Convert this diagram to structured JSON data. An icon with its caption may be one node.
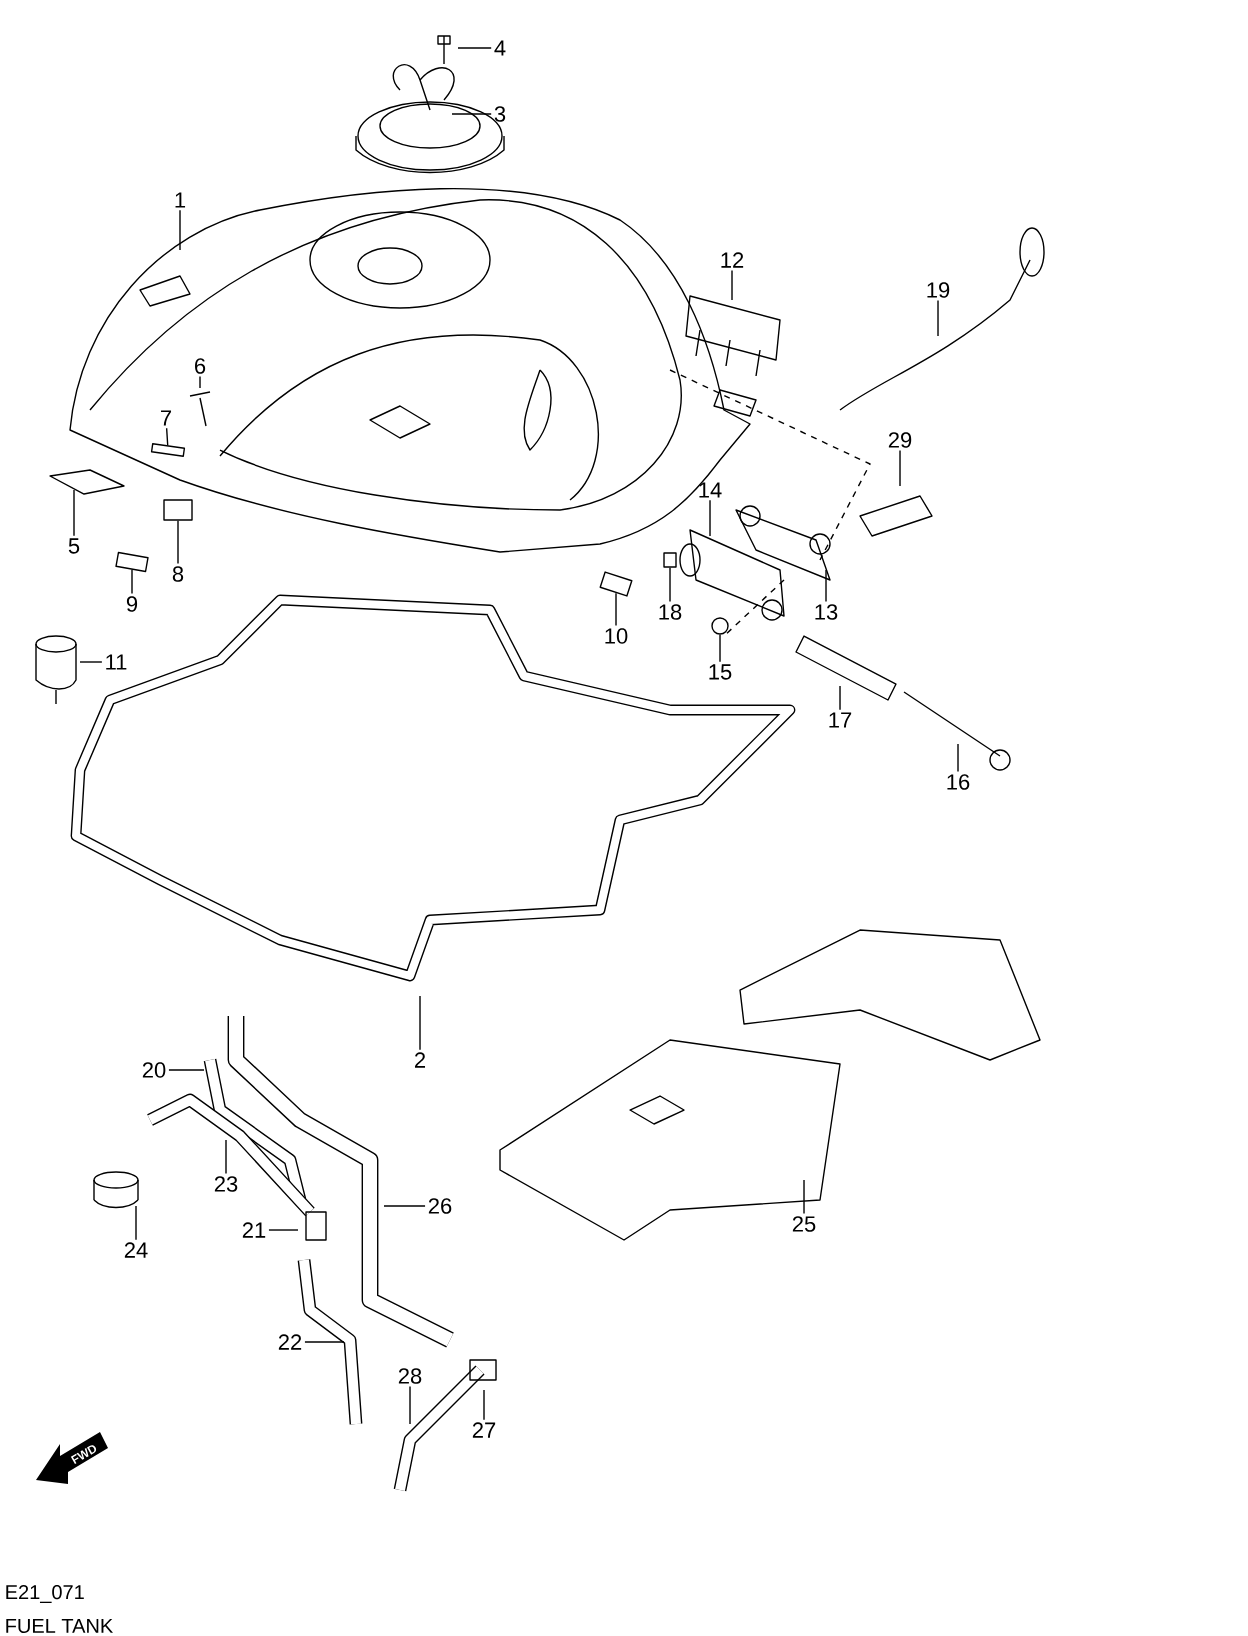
{
  "diagram": {
    "nodes": [
      {
        "text": [
          "1"
        ]
      },
      {
        "text": [
          "2"
        ]
      },
      {
        "text": [
          "3"
        ]
      },
      {
        "text": [
          "4"
        ]
      },
      {
        "text": [
          "5"
        ]
      },
      {
        "text": [
          "6"
        ]
      },
      {
        "text": [
          "7"
        ]
      },
      {
        "text": [
          "8"
        ]
      },
      {
        "text": [
          "9"
        ]
      },
      {
        "text": [
          "10"
        ]
      },
      {
        "text": [
          "11"
        ]
      },
      {
        "text": [
          "12"
        ]
      },
      {
        "text": [
          "13"
        ]
      },
      {
        "text": [
          "14"
        ]
      },
      {
        "text": [
          "15"
        ]
      },
      {
        "text": [
          "16"
        ]
      },
      {
        "text": [
          "17"
        ]
      },
      {
        "text": [
          "18"
        ]
      },
      {
        "text": [
          "19"
        ]
      },
      {
        "text": [
          "20"
        ]
      },
      {
        "text": [
          "21"
        ]
      },
      {
        "text": [
          "22"
        ]
      },
      {
        "text": [
          "23"
        ]
      },
      {
        "text": [
          "24"
        ]
      },
      {
        "text": [
          "25"
        ]
      },
      {
        "text": [
          "26"
        ]
      },
      {
        "text": [
          "27"
        ]
      },
      {
        "text": [
          "28"
        ]
      },
      {
        "text": [
          "29"
        ]
      },
      {
        "text": [],
        "shape": "box"
      },
      {
        "text": [],
        "shape": "box"
      },
      {
        "text": [],
        "shape": "box"
      },
      {
        "text": [],
        "shape": "box"
      },
      {
        "text": [],
        "shape": "circle"
      },
      {
        "text": [],
        "shape": "box"
      }
    ],
    "edges": [
      {
        "from": 0,
        "to": null,
        "arrow": "none"
      },
      {
        "from": 1,
        "to": null,
        "arrow": "none"
      },
      {
        "from": 2,
        "to": null,
        "arrow": "none"
      },
      {
        "from": 3,
        "to": null,
        "arrow": "none"
      },
      {
        "from": 4,
        "to": null,
        "arrow": "none"
      },
      {
        "from": 5,
        "to": null,
        "arrow": "none"
      },
      {
        "from": 6,
        "to": 29,
        "arrow": "none"
      },
      {
        "from": 7,
        "to": 30,
        "arrow": "none"
      },
      {
        "from": 8,
        "to": 31,
        "arrow": "none"
      },
      {
        "from": 9,
        "to": 32,
        "arrow": "none"
      },
      {
        "from": 10,
        "to": null,
        "arrow": "none"
      },
      {
        "from": 11,
        "to": null,
        "arrow": "none"
      },
      {
        "from": 12,
        "to": null,
        "arrow": "none"
      },
      {
        "from": 13,
        "to": null,
        "arrow": "none"
      },
      {
        "from": 14,
        "to": 33,
        "arrow": "none"
      },
      {
        "from": 15,
        "to": null,
        "arrow": "none"
      },
      {
        "from": 16,
        "to": null,
        "arrow": "none"
      },
      {
        "from": 17,
        "to": 34,
        "arrow": "none"
      },
      {
        "from": 18,
        "to": null,
        "arrow": "none"
      },
      {
        "from": 19,
        "to": null,
        "arrow": "none"
      },
      {
        "from": 20,
        "to": null,
        "arrow": "none"
      },
      {
        "from": 21,
        "to": null,
        "arrow": "none"
      },
      {
        "from": 22,
        "to": null,
        "arrow": "none"
      },
      {
        "from": 23,
        "to": null,
        "arrow": "none"
      },
      {
        "from": 24,
        "to": null,
        "arrow": "none"
      },
      {
        "from": 25,
        "to": null,
        "arrow": "none"
      },
      {
        "from": 26,
        "to": null,
        "arrow": "none"
      },
      {
        "from": 27,
        "to": null,
        "arrow": "none"
      },
      {
        "from": 28,
        "to": null,
        "arrow": "none"
      }
    ],
    "labels": [
      "FWD",
      "E21_071",
      "FUEL TANK"
    ]
  }
}
